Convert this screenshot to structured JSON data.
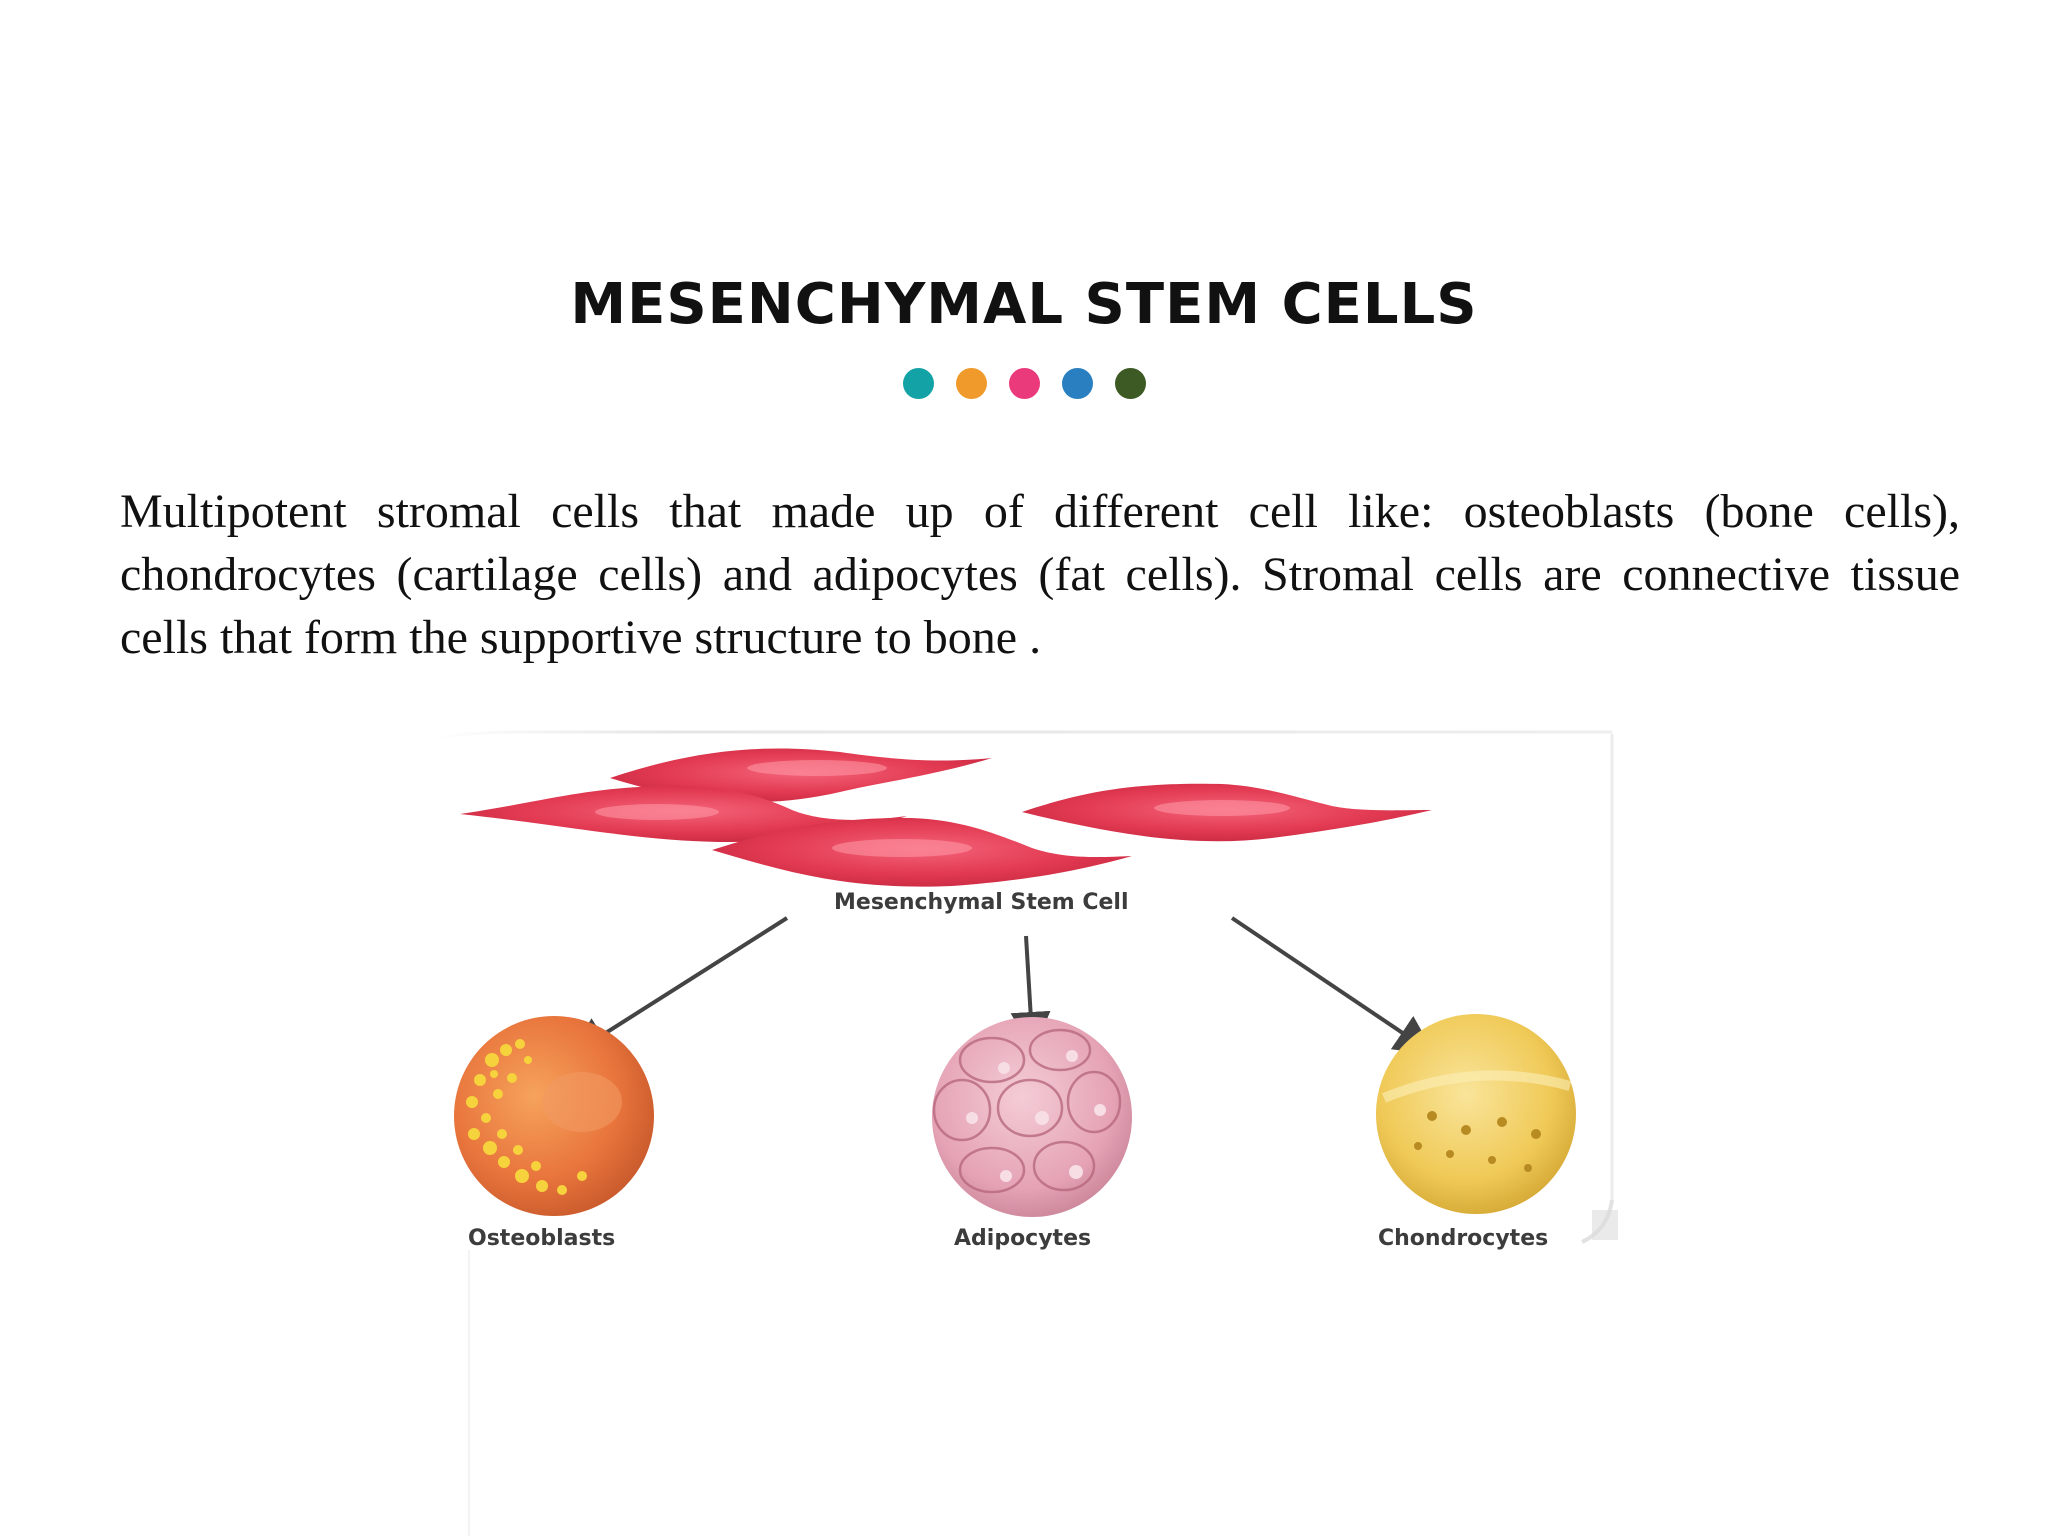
{
  "slide": {
    "title": "MESENCHYMAL STEM CELLS",
    "dot_colors": [
      "#13a3a6",
      "#ef9a2a",
      "#ea3a7c",
      "#2a7fc0",
      "#3d5a25"
    ],
    "paragraph": "Multipotent stromal cells that made up of different cell like: osteoblasts (bone cells), chondrocytes (cartilage cells) and adipocytes (fat cells). Stromal cells are connective tissue cells that form the supportive structure to bone ."
  },
  "figure": {
    "source_label": "Mesenchymal Stem Cell",
    "targets": [
      {
        "label": "Osteoblasts"
      },
      {
        "label": "Adipocytes"
      },
      {
        "label": "Chondrocytes"
      }
    ]
  }
}
